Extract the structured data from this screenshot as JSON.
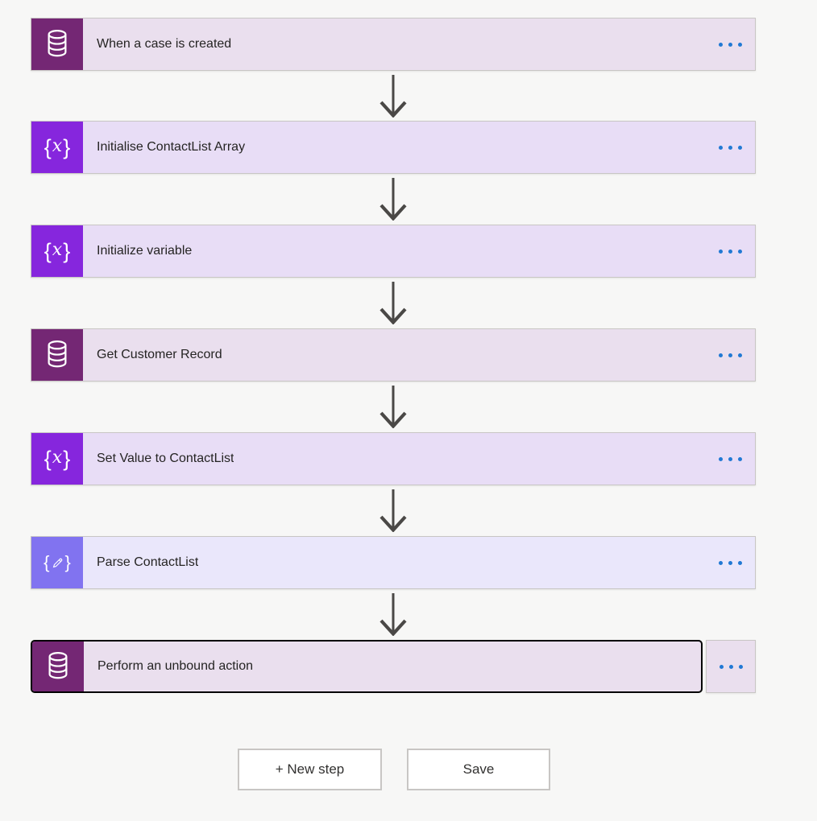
{
  "colors": {
    "page_bg": "#f7f7f6",
    "card_border": "#c8c6c4",
    "selected_border": "#000000",
    "menu_dots": "#2179d4",
    "arrow": "#4a4846",
    "title_text": "#252423",
    "button_bg": "#ffffff",
    "button_border": "#c8c6c4",
    "button_text": "#323130"
  },
  "icon_glyphs": {
    "brace_open": "{",
    "brace_close": "}",
    "variable_x": "x"
  },
  "flow": {
    "menu_icon": "ellipsis-horizontal",
    "steps": [
      {
        "title": "When a case is created",
        "type": "dataverse",
        "icon": "dataverse-database-icon",
        "icon_bg": "#742774",
        "body_bg": "#eadfee",
        "selected": false
      },
      {
        "title": "Initialise ContactList Array",
        "type": "variable",
        "icon": "variable-x-icon",
        "icon_bg": "#8626dd",
        "body_bg": "#e8ddf6",
        "selected": false
      },
      {
        "title": "Initialize variable",
        "type": "variable",
        "icon": "variable-x-icon",
        "icon_bg": "#8626dd",
        "body_bg": "#e8ddf6",
        "selected": false
      },
      {
        "title": "Get Customer Record",
        "type": "dataverse",
        "icon": "dataverse-database-icon",
        "icon_bg": "#742774",
        "body_bg": "#eadfee",
        "selected": false
      },
      {
        "title": "Set Value to ContactList",
        "type": "variable",
        "icon": "variable-x-icon",
        "icon_bg": "#8626dd",
        "body_bg": "#e8ddf6",
        "selected": false
      },
      {
        "title": "Parse ContactList",
        "type": "parse",
        "icon": "parse-json-pencil-icon",
        "icon_bg": "#8173f0",
        "body_bg": "#eae7fb",
        "selected": false
      },
      {
        "title": "Perform an unbound action",
        "type": "dataverse",
        "icon": "dataverse-database-icon",
        "icon_bg": "#742774",
        "body_bg": "#eadfee",
        "selected": true
      }
    ]
  },
  "footer": {
    "new_step_label": "+ New step",
    "save_label": "Save"
  }
}
